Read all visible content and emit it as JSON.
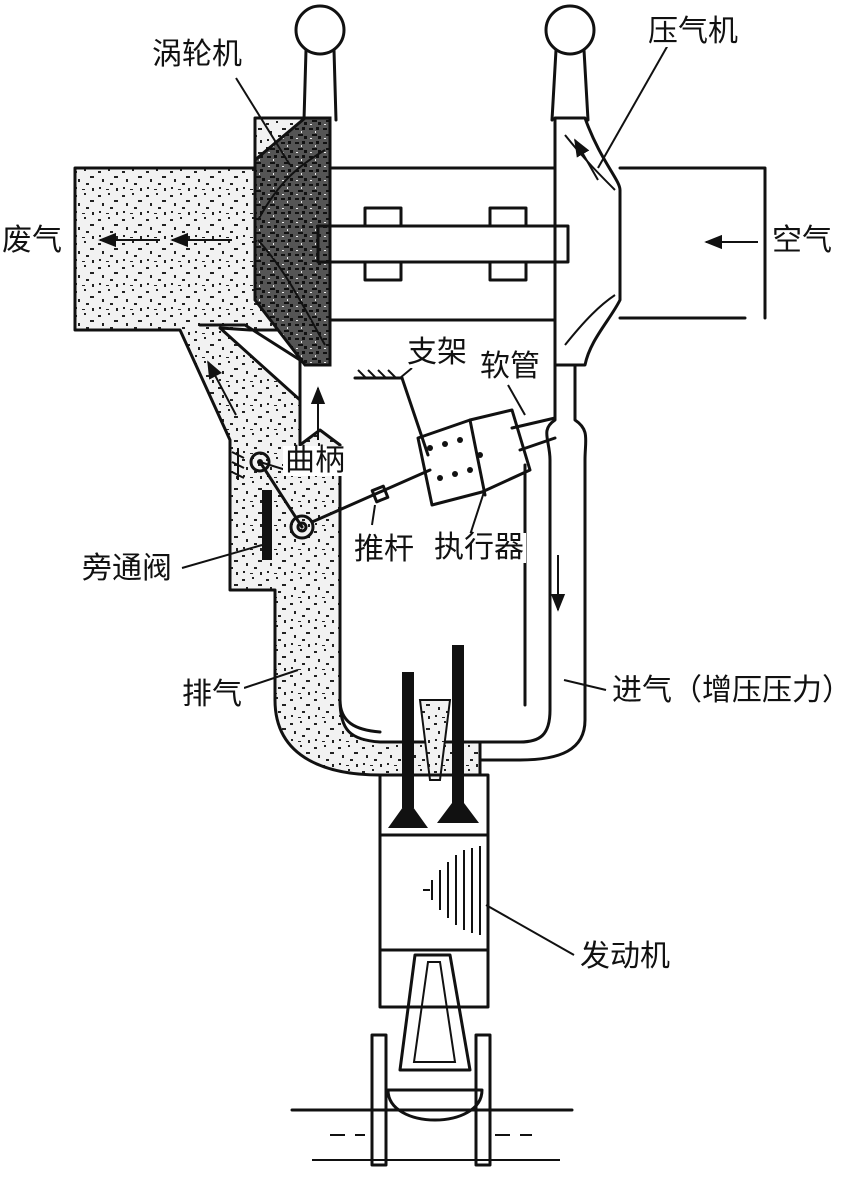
{
  "labels": {
    "turbine": "涡轮机",
    "compressor": "压气机",
    "exhaust_out": "废气",
    "air_in": "空气",
    "bracket": "支架",
    "hose": "软管",
    "crank": "曲柄",
    "bypass_valve": "旁通阀",
    "push_rod": "推杆",
    "actuator": "执行器",
    "exhaust": "排气",
    "intake": "进气（增压压力）",
    "engine": "发动机"
  }
}
